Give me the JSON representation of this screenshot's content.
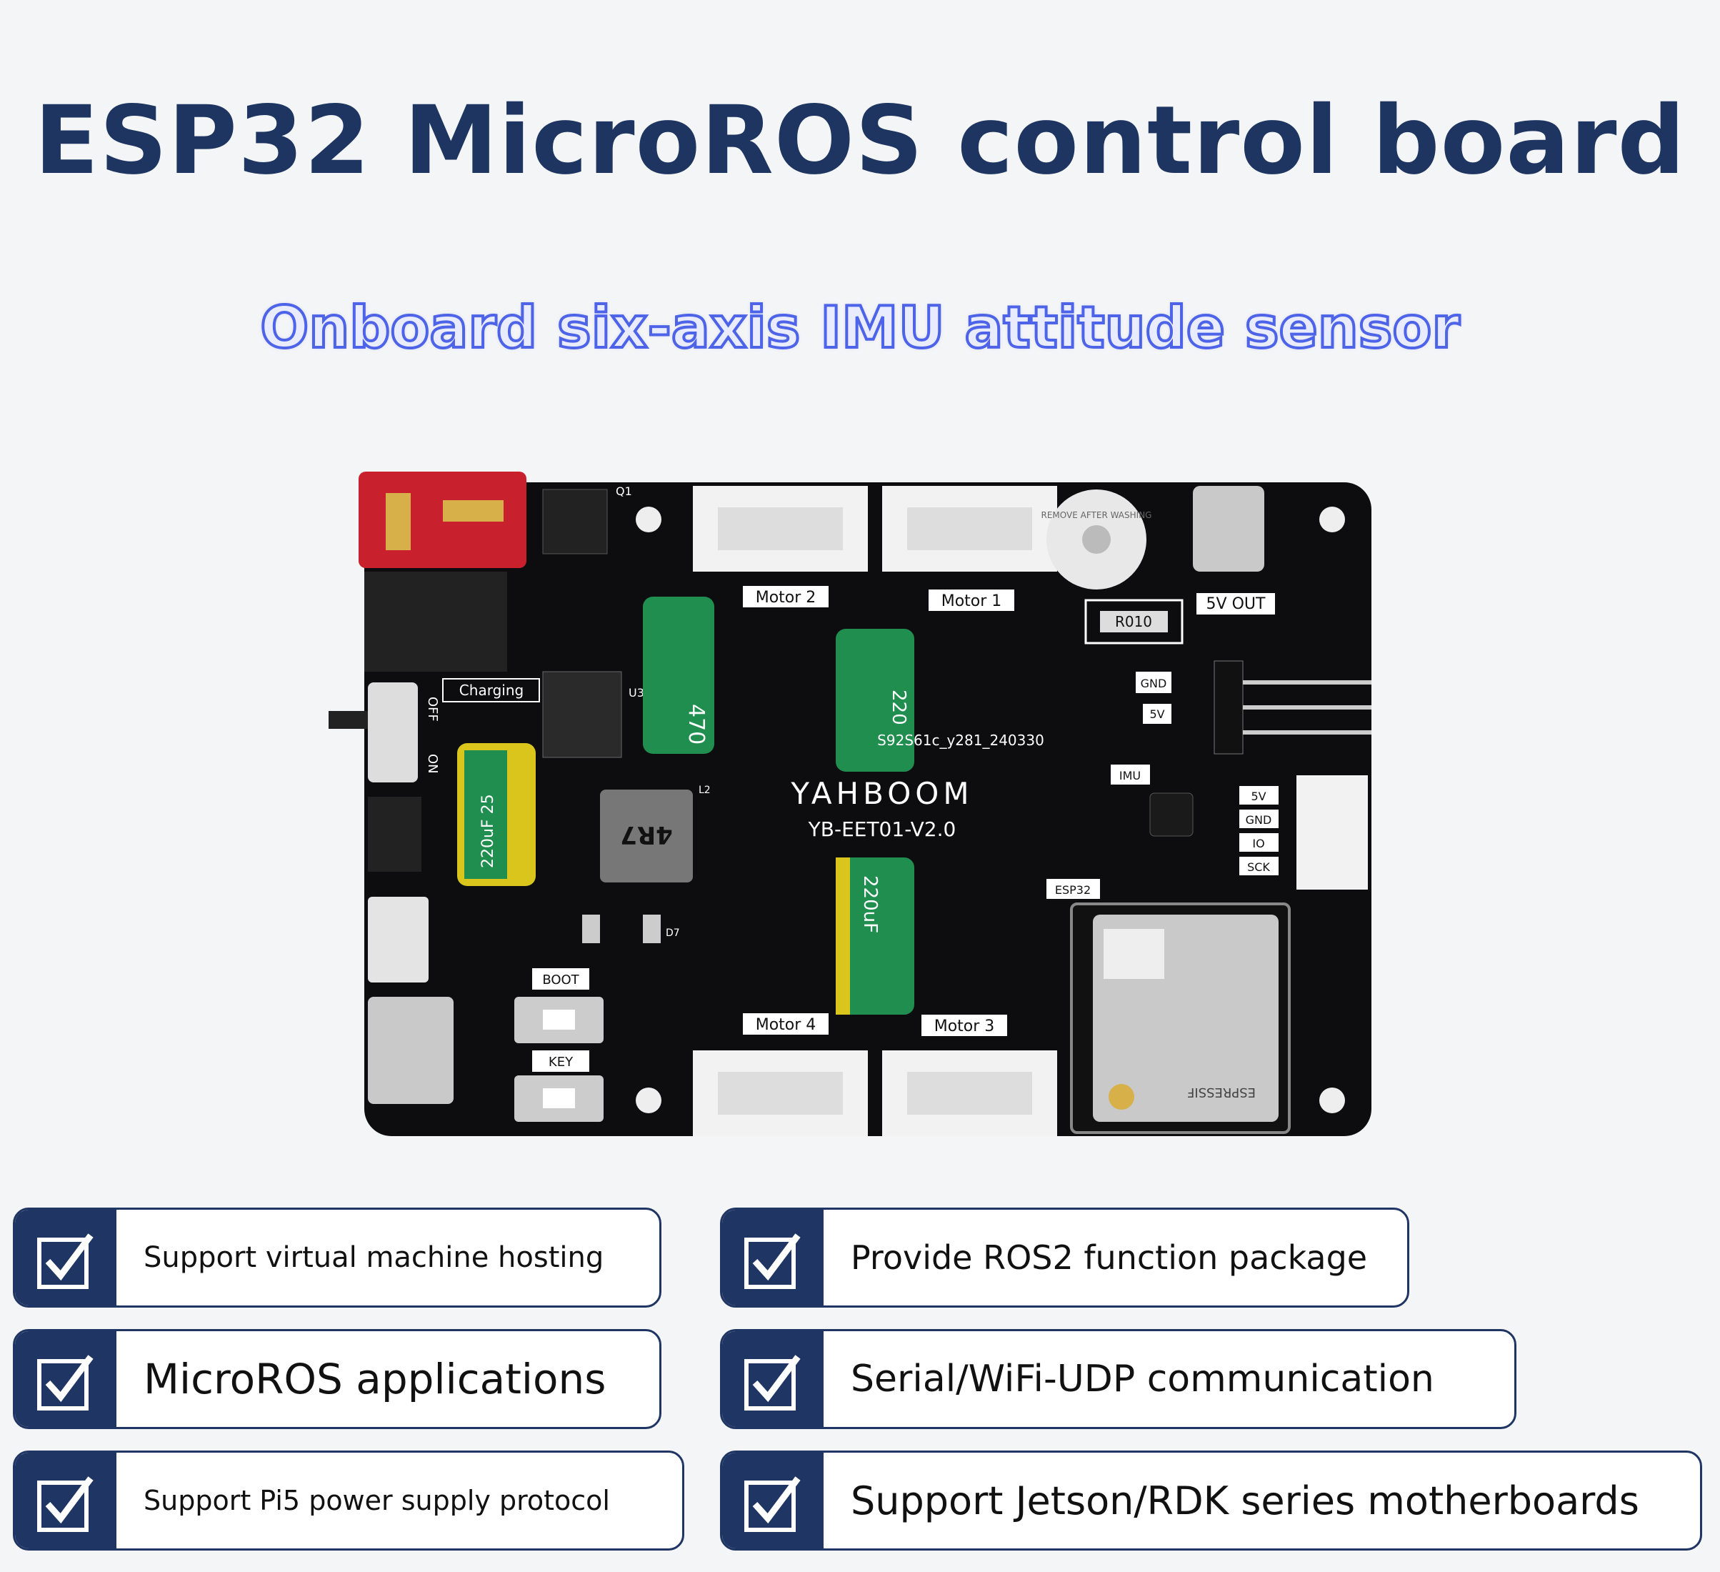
{
  "header": {
    "title": "ESP32 MicroROS control board",
    "subtitle": "Onboard six-axis IMU attitude sensor"
  },
  "board": {
    "labels": {
      "motor_1": "Motor 1",
      "motor_2": "Motor 2",
      "motor_3": "Motor 3",
      "motor_4": "Motor 4",
      "five_v_out": "5V OUT",
      "brand": "YAHBOOM",
      "model": "YB-EET01-V2.0",
      "serial": "S92S61c_y281_240330",
      "esp32": "ESP32",
      "imu": "IMU",
      "boot": "BOOT",
      "key": "KEY",
      "gnd": "GND",
      "five_v": "5V",
      "charging": "Charging",
      "off": "OFF",
      "on": "ON",
      "inductor": "4R7",
      "cap_large": "470",
      "cap_220": "220",
      "cap_220b": "220uF",
      "cap_small": "220uF 25",
      "espressif": "ESPRESSIF",
      "resistor": "R010",
      "remove_after_washing": "REMOVE AFTER WASHING",
      "sv": "5V",
      "gnd2": "GND",
      "io": "IO",
      "sck": "SCK",
      "q1": "Q1",
      "l2": "L2",
      "d7": "D7",
      "u3": "U3"
    },
    "colors": {
      "pcb": "#0d0d0f",
      "connector": "#f2f2f2",
      "power_connector": "#c8202c",
      "capacitor_green": "#1f8e4e",
      "capacitor_yellow": "#d9c51c",
      "module": "#c9c9c9",
      "silk": "#ffffff"
    }
  },
  "features": [
    {
      "label": "Support virtual machine hosting"
    },
    {
      "label": "Provide ROS2 function package"
    },
    {
      "label": "MicroROS applications"
    },
    {
      "label": "Serial/WiFi-UDP communication"
    },
    {
      "label": "Support Pi5 power supply protocol"
    },
    {
      "label": "Support Jetson/RDK series motherboards"
    }
  ],
  "icons": {
    "feature": "checkbox-checked-icon"
  },
  "colors": {
    "title": "#1d3560",
    "subtitle_stroke": "#4d63e8",
    "feature_dark": "#1f3563"
  }
}
